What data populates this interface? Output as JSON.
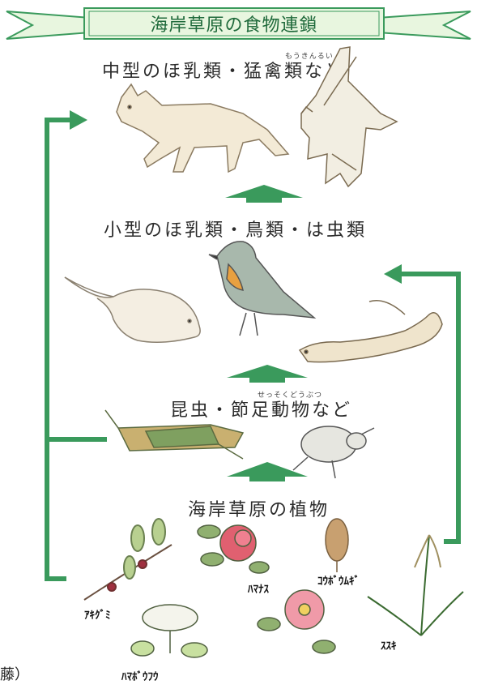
{
  "banner": {
    "title": "海岸草原の食物連鎖"
  },
  "levels": {
    "top": {
      "label": "中型のほ乳類・猛禽類など",
      "ruby": "もうきんるい"
    },
    "middle": {
      "label": "小型のほ乳類・鳥類・は虫類"
    },
    "insects": {
      "label": "昆虫・節足動物など",
      "ruby": "せっそくどうぶつ"
    },
    "plants": {
      "label": "海岸草原の植物"
    }
  },
  "plant_labels": {
    "akigumi": "ｱｷｸﾞﾐ",
    "hamanasu": "ﾊﾏﾅｽ",
    "kougoumugi": "ｺｳﾎﾞｳﾑｷﾞ",
    "susuki": "ｽｽｷ",
    "hamabofu": "ﾊﾏﾎﾞｳﾌｳ"
  },
  "credit": "藤）",
  "colors": {
    "arrow_green": "#3a9a5c",
    "banner_fill": "#e8f6df",
    "banner_stroke": "#3a9a5c"
  }
}
